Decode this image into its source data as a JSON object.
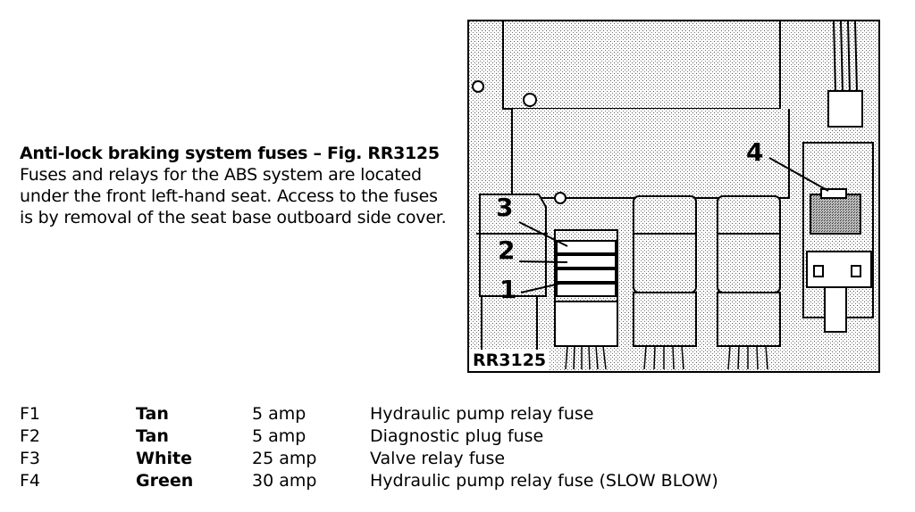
{
  "intro": {
    "heading": "Anti-lock braking system fuses – Fig. RR3125",
    "body": "Fuses and relays for the ABS system are located under the front left-hand seat. Access to the fuses is by removal of the seat base outboard side cover."
  },
  "figure": {
    "caption": "RR3125",
    "callouts": [
      "1",
      "2",
      "3",
      "4"
    ]
  },
  "fuses": [
    {
      "code": "F1",
      "color": "Tan",
      "rating": "5 amp",
      "description": "Hydraulic pump relay fuse"
    },
    {
      "code": "F2",
      "color": "Tan",
      "rating": "5 amp",
      "description": "Diagnostic plug fuse"
    },
    {
      "code": "F3",
      "color": "White",
      "rating": "25 amp",
      "description": "Valve relay fuse"
    },
    {
      "code": "F4",
      "color": "Green",
      "rating": "30 amp",
      "description": "Hydraulic pump relay fuse (SLOW BLOW)"
    }
  ]
}
